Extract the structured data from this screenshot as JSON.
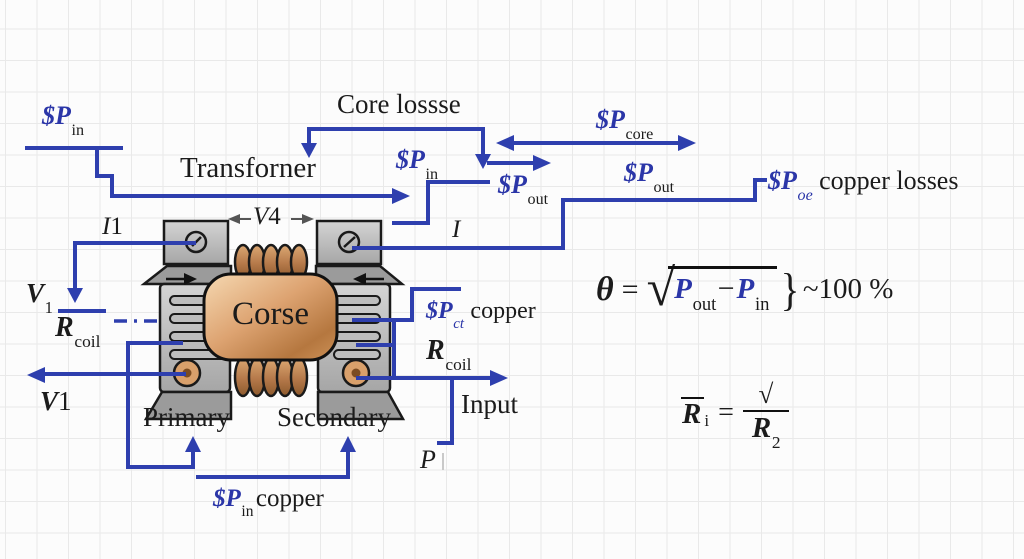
{
  "colors": {
    "line_blue": "#2e3fae",
    "text_blue": "#2b36a8",
    "ink": "#1b1b1b",
    "copper": "#cc9157",
    "metal": "#b8b8b8",
    "grid": "#e9e9e9"
  },
  "labels": {
    "pin_top": {
      "sym": "$P",
      "sub": "in"
    },
    "transformer": "Transforner",
    "core_losses": "Core lossse",
    "pin_mid": {
      "sym": "$P",
      "sub": "in"
    },
    "pcore": {
      "sym": "$P",
      "sub": "core"
    },
    "pout_left": {
      "sym": "$P",
      "sub": "out"
    },
    "pout_right": {
      "sym": "$P",
      "sub": "out"
    },
    "poe": {
      "sym": "$P",
      "sub": "oe",
      "rest": "copper losses"
    },
    "i1": {
      "sym": "I",
      "num": "1"
    },
    "v4": {
      "sym": "V",
      "num": "4"
    },
    "i_right": {
      "sym": "I"
    },
    "v1_top": {
      "sym": "V",
      "sub": "1"
    },
    "rcoil_left": {
      "sym": "R",
      "sub": "coil"
    },
    "v1_bottom": {
      "sym": "V",
      "num": "1"
    },
    "primary": "Primary",
    "secondary": "Secondary",
    "pct": {
      "sym": "$P",
      "sub": "ct",
      "rest": "copper"
    },
    "rcoil_right": {
      "sym": "R",
      "sub": "coil"
    },
    "input": "Input",
    "p_bottom": {
      "sym": "P"
    },
    "pin_copper": {
      "sym": "$P",
      "sub": "in",
      "rest": "copper"
    },
    "core": "Corse"
  },
  "equations": {
    "efficiency": {
      "lhs": "θ",
      "equals": "=",
      "radical": "√",
      "p_out_sym": "P",
      "p_out_sub": "out",
      "minus": "−",
      "p_in_sym": "P",
      "p_in_sub": "in",
      "brace": "}",
      "result": "~100 %"
    },
    "ri": {
      "lhs_sym": "R",
      "lhs_sub": "i",
      "equals": "=",
      "numerator": "√",
      "den_sym": "R",
      "den_sub": "2"
    }
  }
}
